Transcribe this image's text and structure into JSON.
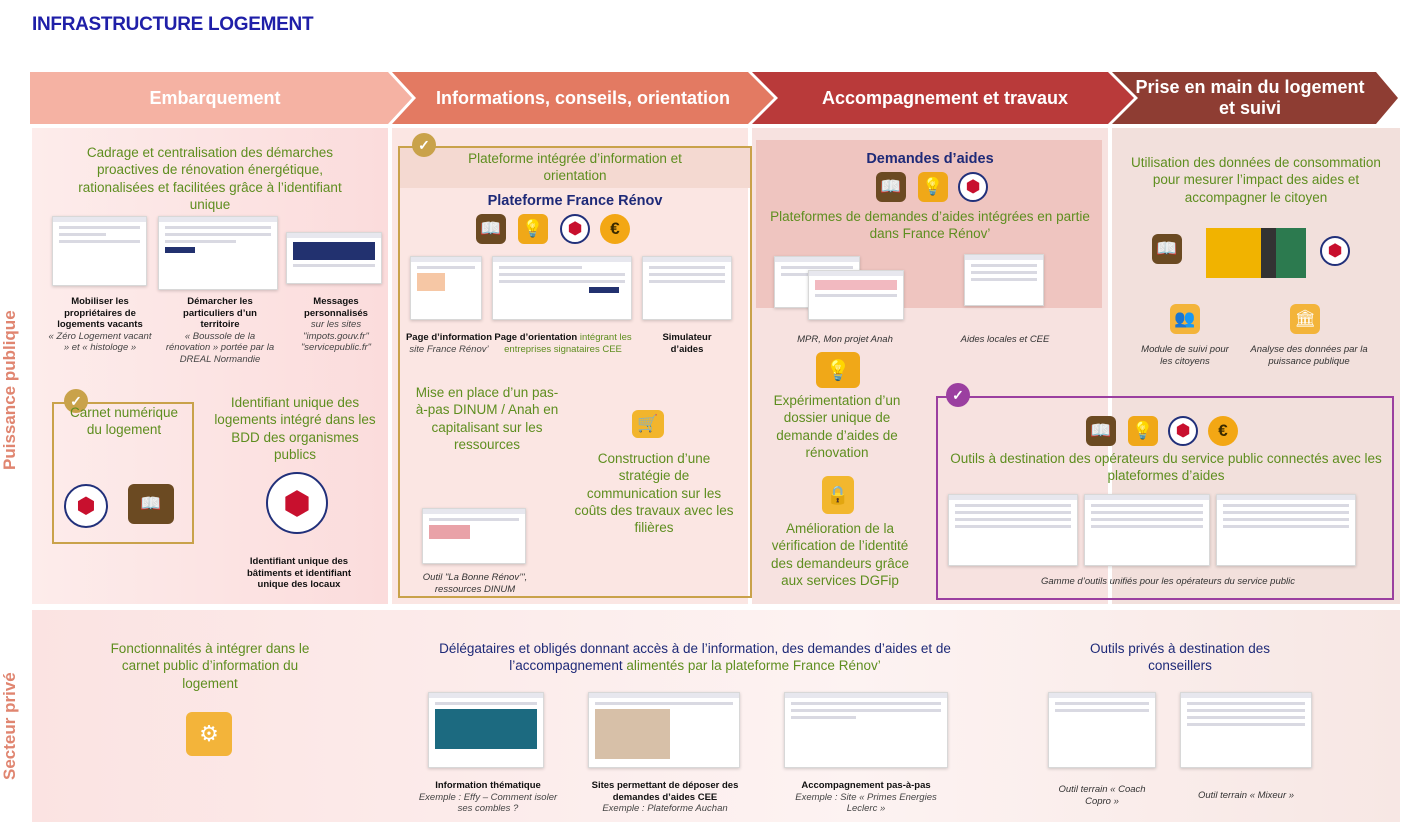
{
  "title": "INFRASTRUCTURE LOGEMENT",
  "stages": [
    "Embarquement",
    "Informations, conseils, orientation",
    "Accompagnement et travaux",
    "Prise en main du logement et suivi"
  ],
  "side_labels": {
    "public": "Puissance publique",
    "private": "Secteur privé"
  },
  "col1": {
    "intro": "Cadrage et centralisation des démarches proactives de rénovation énergétique, rationalisées et facilitées grâce à l’identifiant unique",
    "shot1_bold": "Mobiliser les propriétaires de logements vacants",
    "shot1_sub": "« Zéro Logement vacant » et « histologe »",
    "shot2_bold": "Démarcher les particuliers d’un territoire",
    "shot2_sub": "« Boussole de la rénovation » portée par la DREAL Normandie",
    "shot3_bold": "Messages personnalisés",
    "shot3_sub": "sur les sites \"impots.gouv.fr\" \"servicepublic.fr\"",
    "carnet": "Carnet numérique du logement",
    "identifiant": "Identifiant unique des logements intégré dans les BDD des organismes publics",
    "identifiant_sub": "Identifiant unique des bâtiments et identifiant unique des locaux"
  },
  "col2": {
    "platform_intro": "Plateforme intégrée d’information et orientation",
    "platform_name": "Plateforme France Rénov",
    "page_info_bold": "Page d’information",
    "page_info_sub": "site France Rénov’",
    "page_orient_bold": "Page d’orientation",
    "page_orient_green": "intégrant les entreprises signataires CEE",
    "simulateur": "Simulateur d’aides",
    "pas_a_pas": "Mise en place d’un pas-à-pas DINUM / Anah en capitalisant sur les ressources",
    "strategie": "Construction d’une stratégie de communication sur les coûts des travaux avec les filières",
    "outil": "Outil \"La Bonne Rénov’\", ressources DINUM"
  },
  "col3": {
    "demandes_title": "Demandes d’aides",
    "demandes_text": "Plateformes de demandes d’aides intégrées en partie dans France Rénov’",
    "mpr": "MPR, Mon projet Anah",
    "aides_locales": "Aides locales et CEE",
    "dossier": "Expérimentation d’un dossier unique de demande d’aides de rénovation",
    "verification": "Amélioration de la vérification de l’identité des demandeurs grâce aux services DGFip"
  },
  "col4": {
    "usage": "Utilisation des données de consommation pour mesurer l’impact des aides et accompagner le citoyen",
    "module": "Module de suivi pour les citoyens",
    "analyse": "Analyse des données par la puissance publique",
    "outils_title": "Outils à destination des opérateurs du service public connectés avec les plateformes d’aides",
    "gamme": "Gamme d’outils unifiés pour les opérateurs du service public"
  },
  "private": {
    "fonctionnalites": "Fonctionnalités à intégrer dans le carnet public d’information du logement",
    "delegataires_a": "Délégataires et obligés donnant accès à de l’information, des demandes d’aides et de l’accompagnement ",
    "delegataires_b": "alimentés par la plateforme France Rénov’",
    "info_bold": "Information thématique",
    "info_sub": "Exemple : Effy – Comment isoler ses combles ?",
    "sites_bold": "Sites permettant de déposer des demandes d’aides CEE",
    "sites_sub": "Exemple : Plateforme Auchan",
    "accomp_bold": "Accompagnement pas-à-pas",
    "accomp_sub": "Exemple : Site « Primes Energies Leclerc »",
    "outils_prives": "Outils privés à destination des conseillers",
    "coach": "Outil terrain « Coach Copro »",
    "mixeur": "Outil terrain « Mixeur »"
  },
  "colors": {
    "title": "#1f1fa8",
    "green_text": "#5e8e1f",
    "gold_frame": "#c9a24a",
    "purple_frame": "#9b3fa0",
    "stage1": "#f3a89a",
    "stage2": "#e0725e",
    "stage3": "#b83a3a",
    "stage4": "#8a3a30"
  },
  "icons": [
    "screen-book-icon",
    "folder-bulb-icon",
    "hexagon-logo-icon",
    "euro-coin-icon",
    "padlock-icon",
    "people-icon",
    "bank-icon",
    "gears-hand-icon",
    "cart-icon"
  ]
}
